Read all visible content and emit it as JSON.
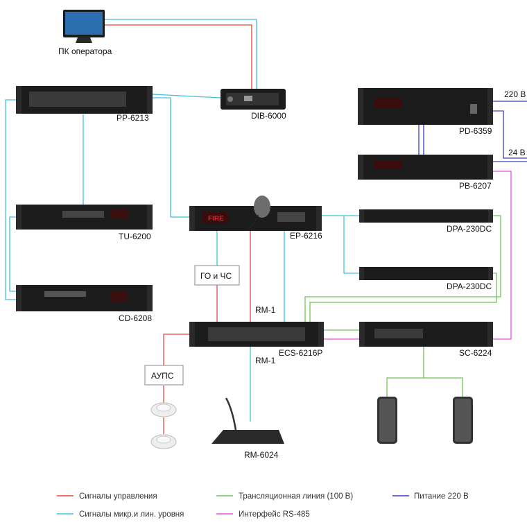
{
  "devices": {
    "pc": "ПК оператора",
    "pp6213": "PP-6213",
    "dib6000": "DIB-6000",
    "tu6200": "TU-6200",
    "cd6208": "CD-6208",
    "ep6216": "EP-6216",
    "ecs6216p": "ECS-6216P",
    "rm6024": "RM-6024",
    "pd6359": "PD-6359",
    "pb6207": "PB-6207",
    "dpa1": "DPA-230DC",
    "dpa2": "DPA-230DC",
    "sc6224": "SC-6224"
  },
  "panel_text": {
    "fire": "FIRE"
  },
  "boxes": {
    "go_chs": "ГО и ЧС",
    "aups": "АУПС"
  },
  "line_labels": {
    "rm1_top": "RM-1",
    "rm1_bottom": "RM-1",
    "v220": "220 В",
    "v24": "24 В"
  },
  "legend": {
    "control": "Сигналы управления",
    "broadcast": "Трансляционная линия (100 В)",
    "power": "Питание 220 В",
    "mic": "Сигналы микр.и лин. уровня",
    "rs485": "Интерфейс RS-485"
  },
  "colors": {
    "control": "#e8473e",
    "mic": "#3fc1d6",
    "broadcast": "#6fc25a",
    "power": "#3b3fc2",
    "rs485": "#e34fe0",
    "rack": "#1c1c1c",
    "display": "#d8232a"
  }
}
